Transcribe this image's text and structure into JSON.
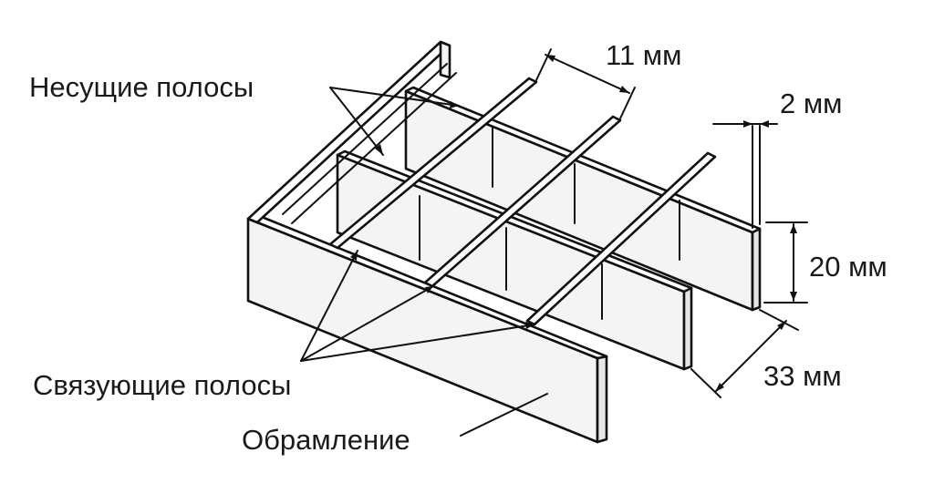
{
  "labels": {
    "bearing_bars": "Несущие полосы",
    "cross_bars": "Связующие полосы",
    "frame": "Обрамление",
    "dim_pitch": "11 мм",
    "dim_thickness": "2 мм",
    "dim_height": "20 мм",
    "dim_cross_pitch": "33 мм"
  }
}
